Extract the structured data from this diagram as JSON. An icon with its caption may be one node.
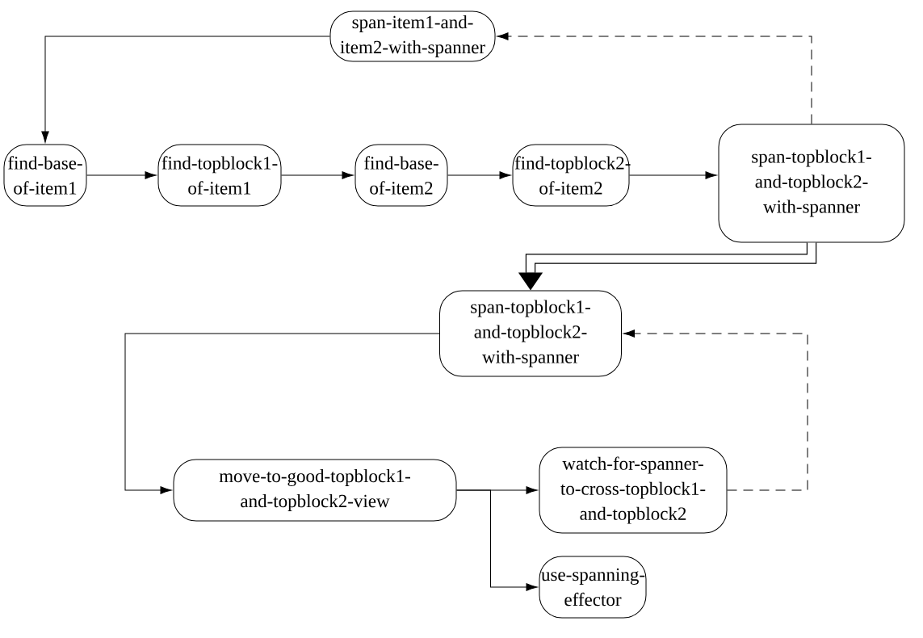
{
  "diagram": {
    "nodes": [
      {
        "text": [
          "span-item1-and- item2-with-spanner"
        ]
      },
      {
        "text": [
          "find-base- of-item1"
        ]
      },
      {
        "text": [
          "find-topblock1- of-item1"
        ]
      },
      {
        "text": [
          "find-base- of-item2"
        ]
      },
      {
        "text": [
          "find-topblock2- of-item2"
        ]
      },
      {
        "text": [
          "span-topblock1- and-topblock2- with-spanner"
        ]
      },
      {
        "text": [
          "span-topblock1- and-topblock2- with-spanner"
        ]
      },
      {
        "text": [
          "move-to-good-topblock1- and-topblock2-view"
        ]
      },
      {
        "text": [
          "watch-for-spanner- to-cross-topblock1- and-topblock2"
        ]
      },
      {
        "text": [
          "use-spanning- effector"
        ]
      }
    ],
    "edges": [
      {
        "from": 0,
        "to": 1,
        "arrow": "to"
      },
      {
        "from": 1,
        "to": 2,
        "arrow": "to"
      },
      {
        "from": 2,
        "to": 3,
        "arrow": "to"
      },
      {
        "from": 3,
        "to": 4,
        "arrow": "to"
      },
      {
        "from": 4,
        "to": 5,
        "arrow": "to"
      },
      {
        "from": 5,
        "to": 0,
        "arrow": "to",
        "style": "dashed"
      },
      {
        "from": 5,
        "to": 6,
        "arrow": "to",
        "style": "thick"
      },
      {
        "from": 6,
        "to": 7,
        "arrow": "to"
      },
      {
        "from": 7,
        "to": 8,
        "arrow": "to"
      },
      {
        "from": 7,
        "to": 9,
        "arrow": "to"
      },
      {
        "from": 8,
        "to": 6,
        "arrow": "to",
        "style": "dashed"
      }
    ]
  }
}
